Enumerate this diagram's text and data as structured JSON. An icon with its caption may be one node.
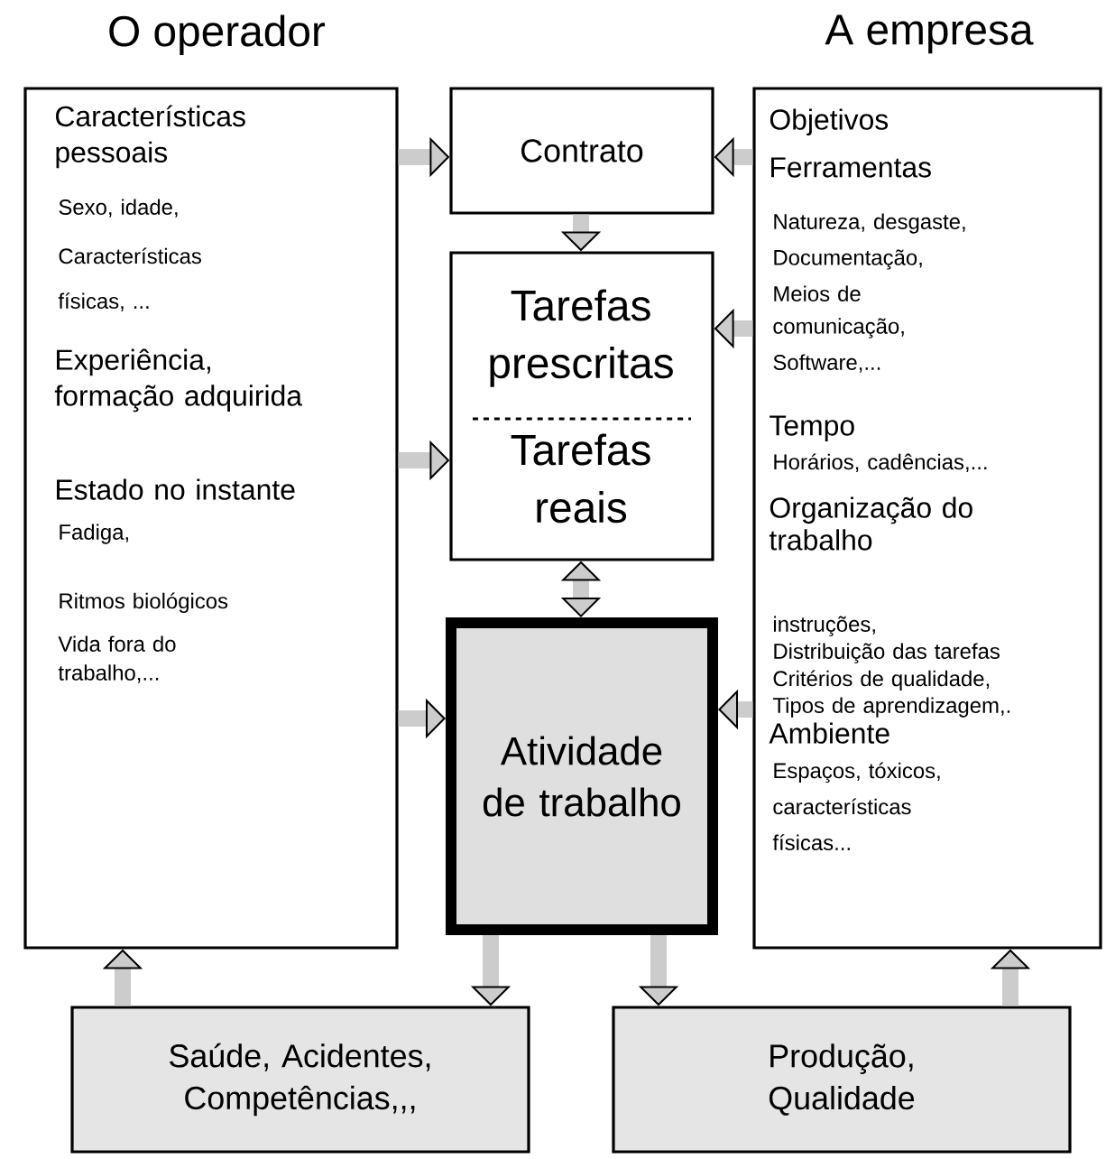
{
  "diagram": {
    "nodes": [
      {
        "text": [
          "O operador",
          "Características pessoais",
          "Sexo, idade,",
          "Características físicas, ...",
          "Experiência, formação adquirida",
          "Estado no instante",
          "Fadiga,",
          "Ritmos biológicos",
          "Vida fora do trabalho,..."
        ]
      },
      {
        "text": [
          "Contrato"
        ]
      },
      {
        "text": [
          "Tarefas prescritas",
          "Tarefas reais"
        ]
      },
      {
        "text": [
          "Atividade de trabalho"
        ]
      },
      {
        "text": [
          "A empresa",
          "Objetivos",
          "Ferramentas",
          "Natureza, desgaste,",
          "Documentação,",
          "Meios de comunicação,",
          "Software,...",
          "Tempo",
          "Horários, cadências,...",
          "Organização do trabalho",
          "instruções,",
          "Distribuição das tarefas",
          "Critérios de qualidade,",
          "Tipos de aprendizagem,.",
          "Ambiente",
          "Espaços, tóxicos,",
          "características físicas..."
        ]
      },
      {
        "text": [
          "Saúde, Acidentes, Competências,,,"
        ]
      },
      {
        "text": [
          "Produção, Qualidade"
        ]
      }
    ],
    "edges": [
      {
        "from": 0,
        "to": 1,
        "arrow": "to"
      },
      {
        "from": 4,
        "to": 1,
        "arrow": "to"
      },
      {
        "from": 1,
        "to": 2,
        "arrow": "to"
      },
      {
        "from": 4,
        "to": 2,
        "arrow": "to"
      },
      {
        "from": 0,
        "to": 2,
        "arrow": "to"
      },
      {
        "from": 2,
        "to": 3,
        "arrow": "both"
      },
      {
        "from": 0,
        "to": 3,
        "arrow": "to"
      },
      {
        "from": 4,
        "to": 3,
        "arrow": "to"
      },
      {
        "from": 3,
        "to": 5,
        "arrow": "to"
      },
      {
        "from": 3,
        "to": 6,
        "arrow": "to"
      },
      {
        "from": 5,
        "to": 0,
        "arrow": "to"
      },
      {
        "from": 6,
        "to": 4,
        "arrow": "to"
      }
    ]
  }
}
